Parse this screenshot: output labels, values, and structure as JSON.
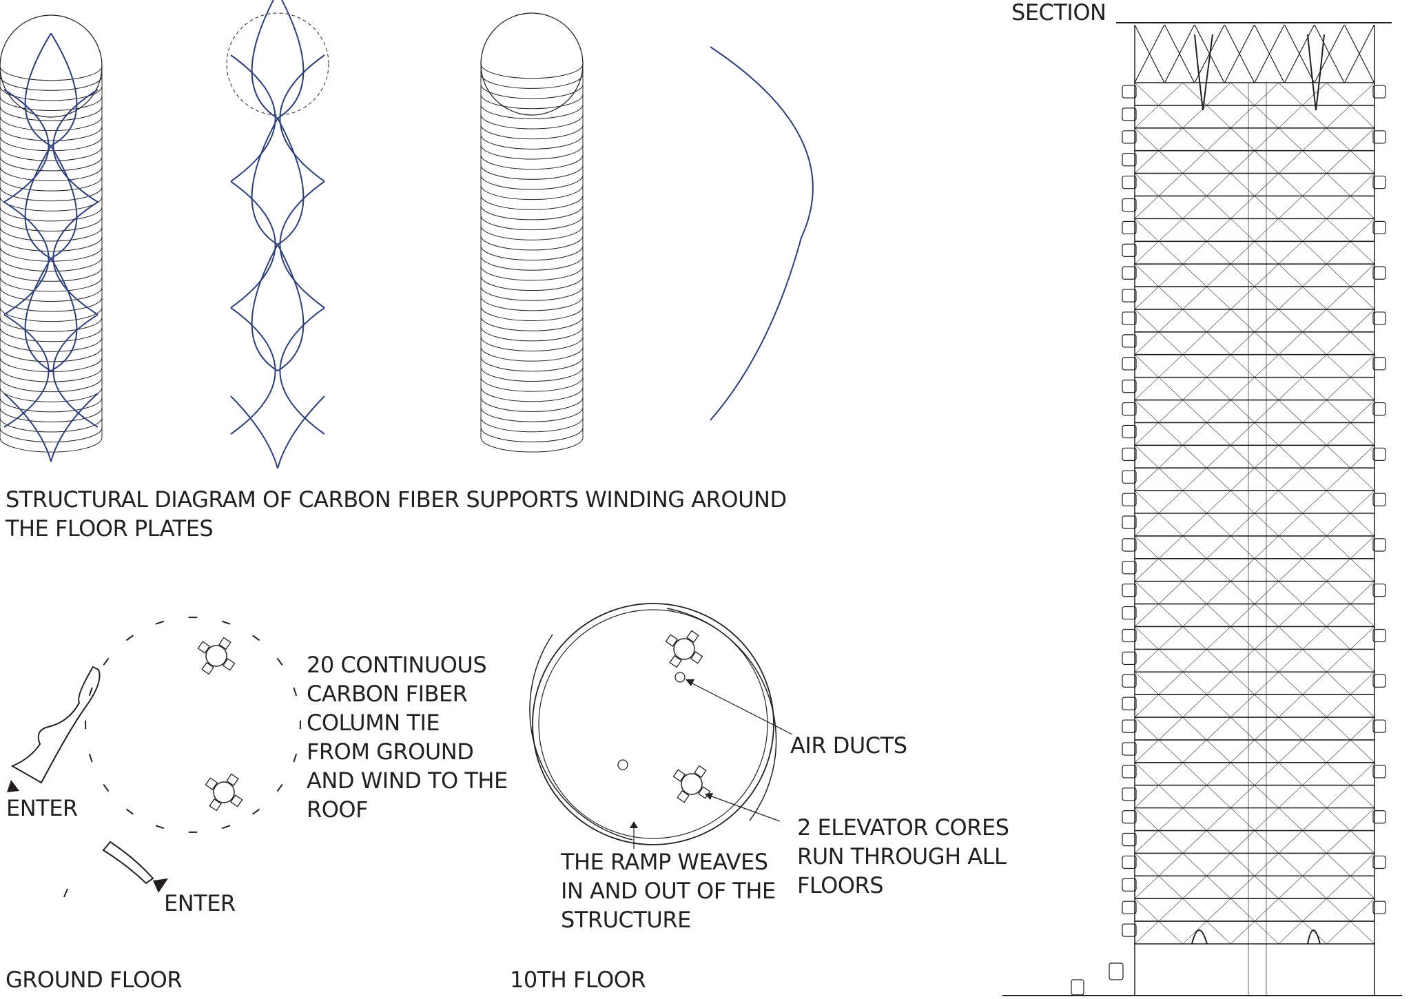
{
  "structural_diagram": {
    "caption_line1": "STRUCTURAL DIAGRAM OF CARBON FIBER SUPPORTS WINDING AROUND",
    "caption_line2": "THE FLOOR PLATES",
    "panels": [
      "floor-plates-with-supports",
      "carbon-fiber-supports",
      "floor-plates",
      "single-support-profile"
    ]
  },
  "ground_floor": {
    "title": "GROUND FLOOR",
    "enter_left": "ENTER",
    "enter_bottom": "ENTER",
    "note": "20 CONTINUOUS\nCARBON FIBER\nCOLUMN TIE\nFROM GROUND\nAND WIND TO THE\nROOF"
  },
  "tenth_floor": {
    "title": "10TH FLOOR",
    "air_ducts": "AIR DUCTS",
    "elevator_note": "2 ELEVATOR CORES\nRUN THROUGH ALL\nFLOORS",
    "ramp_note": "THE RAMP WEAVES\nIN AND OUT OF THE\nSTRUCTURE"
  },
  "section": {
    "title": "SECTION"
  },
  "colors": {
    "line": "#231f20",
    "structure_blue": "#2b3e7c",
    "background": "#ffffff"
  }
}
